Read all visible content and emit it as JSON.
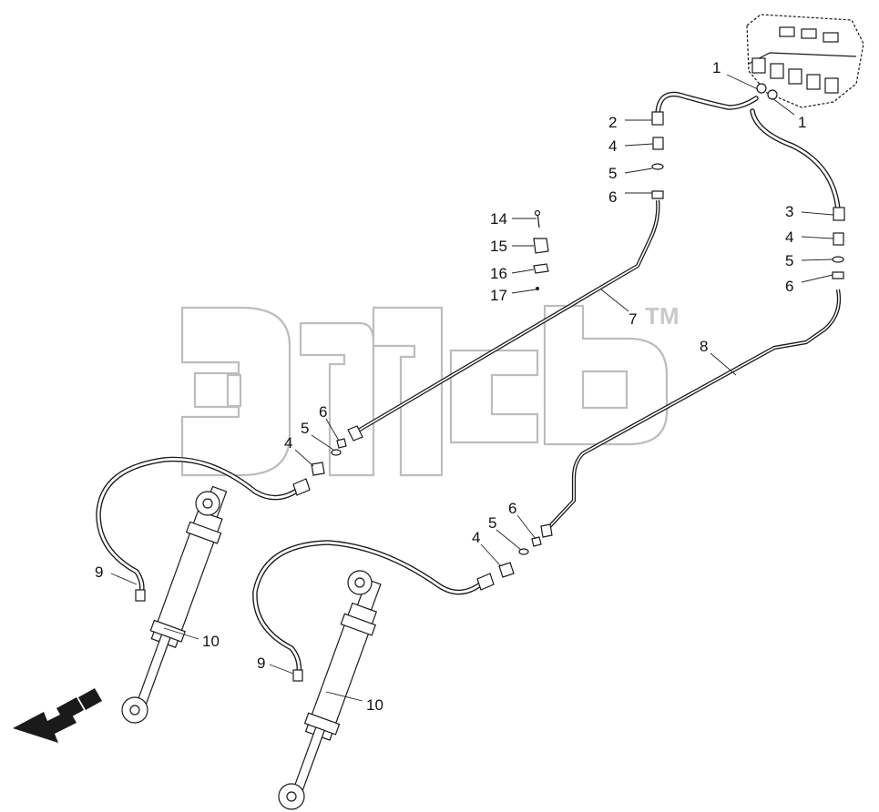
{
  "diagram": {
    "callouts": [
      {
        "id": "c1a",
        "text": "1"
      },
      {
        "id": "c1b",
        "text": "1"
      },
      {
        "id": "c2",
        "text": "2"
      },
      {
        "id": "c4a",
        "text": "4"
      },
      {
        "id": "c5a",
        "text": "5"
      },
      {
        "id": "c6a",
        "text": "6"
      },
      {
        "id": "c3",
        "text": "3"
      },
      {
        "id": "c4b",
        "text": "4"
      },
      {
        "id": "c5b",
        "text": "5"
      },
      {
        "id": "c6b",
        "text": "6"
      },
      {
        "id": "c14",
        "text": "14"
      },
      {
        "id": "c15",
        "text": "15"
      },
      {
        "id": "c16",
        "text": "16"
      },
      {
        "id": "c17",
        "text": "17"
      },
      {
        "id": "c7",
        "text": "7"
      },
      {
        "id": "c8",
        "text": "8"
      },
      {
        "id": "c6c",
        "text": "6"
      },
      {
        "id": "c5c",
        "text": "5"
      },
      {
        "id": "c4c",
        "text": "4"
      },
      {
        "id": "c6d",
        "text": "6"
      },
      {
        "id": "c5d",
        "text": "5"
      },
      {
        "id": "c4d",
        "text": "4"
      },
      {
        "id": "c9a",
        "text": "9"
      },
      {
        "id": "c10a",
        "text": "10"
      },
      {
        "id": "c9b",
        "text": "9"
      },
      {
        "id": "c10b",
        "text": "10"
      }
    ],
    "watermark": {
      "trademark": "TM"
    },
    "icons": {
      "direction_arrow": "front-direction-arrow-icon",
      "valve_block": "control-valve-block-icon"
    },
    "colors": {
      "line": "#1a1a1a",
      "watermark": "#bdbdbd",
      "background": "#ffffff"
    }
  }
}
